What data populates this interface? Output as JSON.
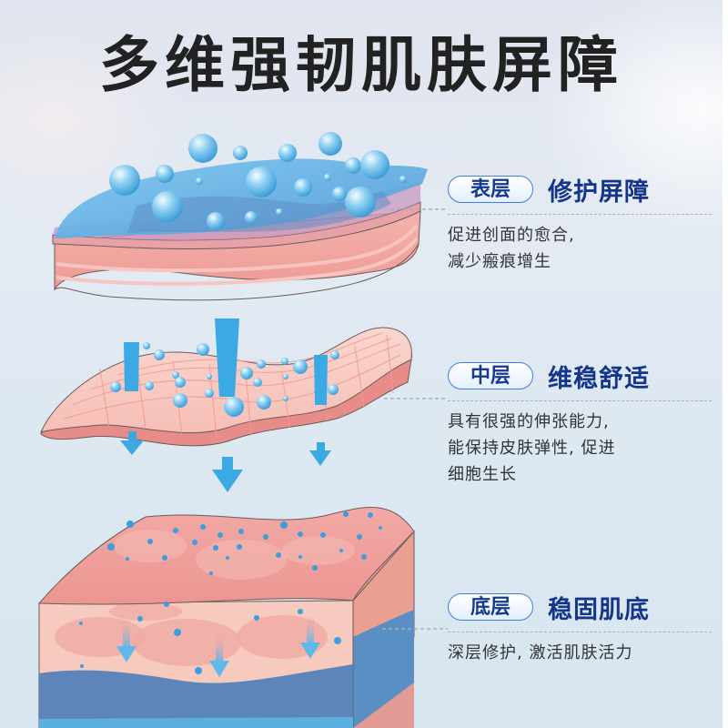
{
  "title": "多维强韧肌肤屏障",
  "layers": [
    {
      "badge": "表层",
      "heading": "修护屏障",
      "description": [
        "促进创面的愈合,",
        "减少瘢痕增生"
      ]
    },
    {
      "badge": "中层",
      "heading": "维稳舒适",
      "description": [
        "具有很强的伸张能力,",
        "能保持皮肤弹性, 促进",
        "细胞生长"
      ]
    },
    {
      "badge": "底层",
      "heading": "稳固肌底",
      "description": [
        "深层修护, 激活肌肤活力"
      ]
    }
  ],
  "colors": {
    "badge_border": "#3d7fd9",
    "heading": "#15358a",
    "title": "#222222",
    "skin_pink": "#f2a8a3",
    "water_blue": "#5eb6e8",
    "arrow_blue": "#3aa9e4"
  }
}
